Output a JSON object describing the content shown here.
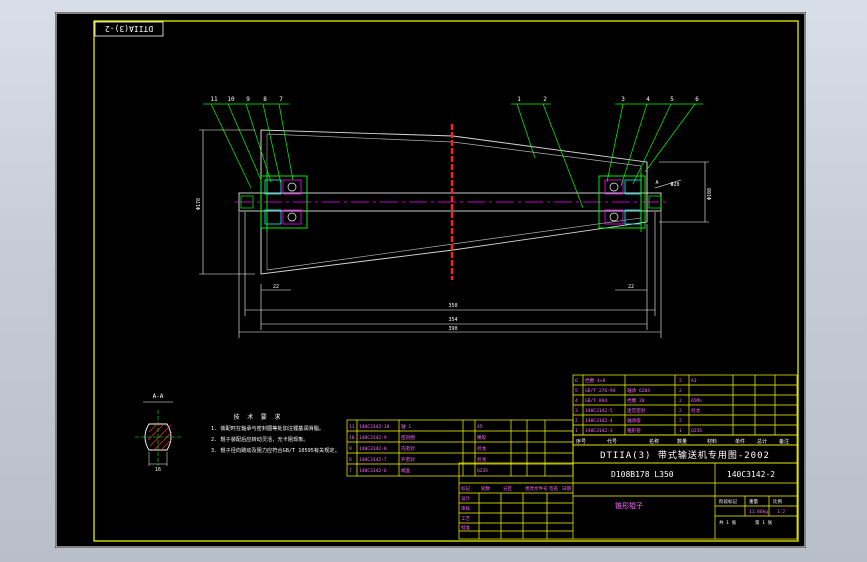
{
  "drawing": {
    "id_tag": "DTIIA(3)-2",
    "company_title": "DTIIA(3) 带式输送机专用图-2002",
    "spec": "D108B178 L350",
    "drawing_no": "140C3142-2",
    "part_name": "锥形辊子",
    "section_label": "A-A",
    "width_label": "16",
    "scale": "1:2",
    "weight": "11.86kg"
  },
  "notes": {
    "title": "技 术 要 求",
    "items": [
      "1. 装配时在轴承与密封圈等处加注锂基润滑脂。",
      "2. 辊子装配后应转动灵活，无卡阻现象。",
      "3. 辊子径向跳动及阻力应符合GB/T 10595有关规定。"
    ]
  },
  "callouts_left": [
    "11",
    "10",
    "9",
    "8",
    "7"
  ],
  "callouts_right": [
    "1",
    "2",
    "3",
    "4",
    "5",
    "6"
  ],
  "dimensions": {
    "overall": "390",
    "bearing_span": "354",
    "body_length": "350",
    "left_end": "22",
    "right_end": "22",
    "left_dia": "Φ178",
    "right_dia": "Φ108",
    "shaft_dia": "Φ20",
    "section_mark": "A"
  },
  "parts_right": [
    [
      "6",
      "挡圈 4×8",
      "",
      "2",
      "A3",
      "",
      ""
    ],
    [
      "5",
      "GB/T 276-94",
      "轴承 6204",
      "2",
      "",
      "",
      ""
    ],
    [
      "4",
      "GB/T 894",
      "挡圈 20",
      "2",
      "65Mn",
      "",
      ""
    ],
    [
      "3",
      "140C3142-5",
      "迷宫密封",
      "2",
      "尼龙",
      "",
      ""
    ],
    [
      "2",
      "140C3142-4",
      "轴承座",
      "2",
      "",
      "",
      ""
    ],
    [
      "1",
      "140C3142-3",
      "锥形管",
      "1",
      "Q235",
      "",
      ""
    ]
  ],
  "parts_left": [
    [
      "11",
      "140C3142-10",
      "轴 1",
      "",
      "45",
      "",
      "",
      ""
    ],
    [
      "10",
      "140C3142-9",
      "密封圈",
      "",
      "橡胶",
      "",
      "",
      ""
    ],
    [
      "9",
      "140C3142-8",
      "内密封",
      "",
      "尼龙",
      "",
      "",
      ""
    ],
    [
      "8",
      "140C3142-7",
      "外密封",
      "",
      "尼龙",
      "",
      "",
      ""
    ],
    [
      "7",
      "140C3142-6",
      "端盖",
      "",
      "Q235",
      "",
      "",
      ""
    ]
  ],
  "header_row": [
    "序号",
    "代号",
    "名称",
    "数量",
    "材料",
    "单件",
    "总计",
    "备注"
  ],
  "title_meta": [
    "标记",
    "处数",
    "分区",
    "更改文件号",
    "签名",
    "日期"
  ],
  "sign_rows": [
    "设计",
    "审核",
    "工艺",
    "批准"
  ],
  "stage_labels": [
    "阶段标记",
    "重量",
    "比例"
  ],
  "sheet_info": [
    "共 1 张",
    "第 1 张"
  ]
}
